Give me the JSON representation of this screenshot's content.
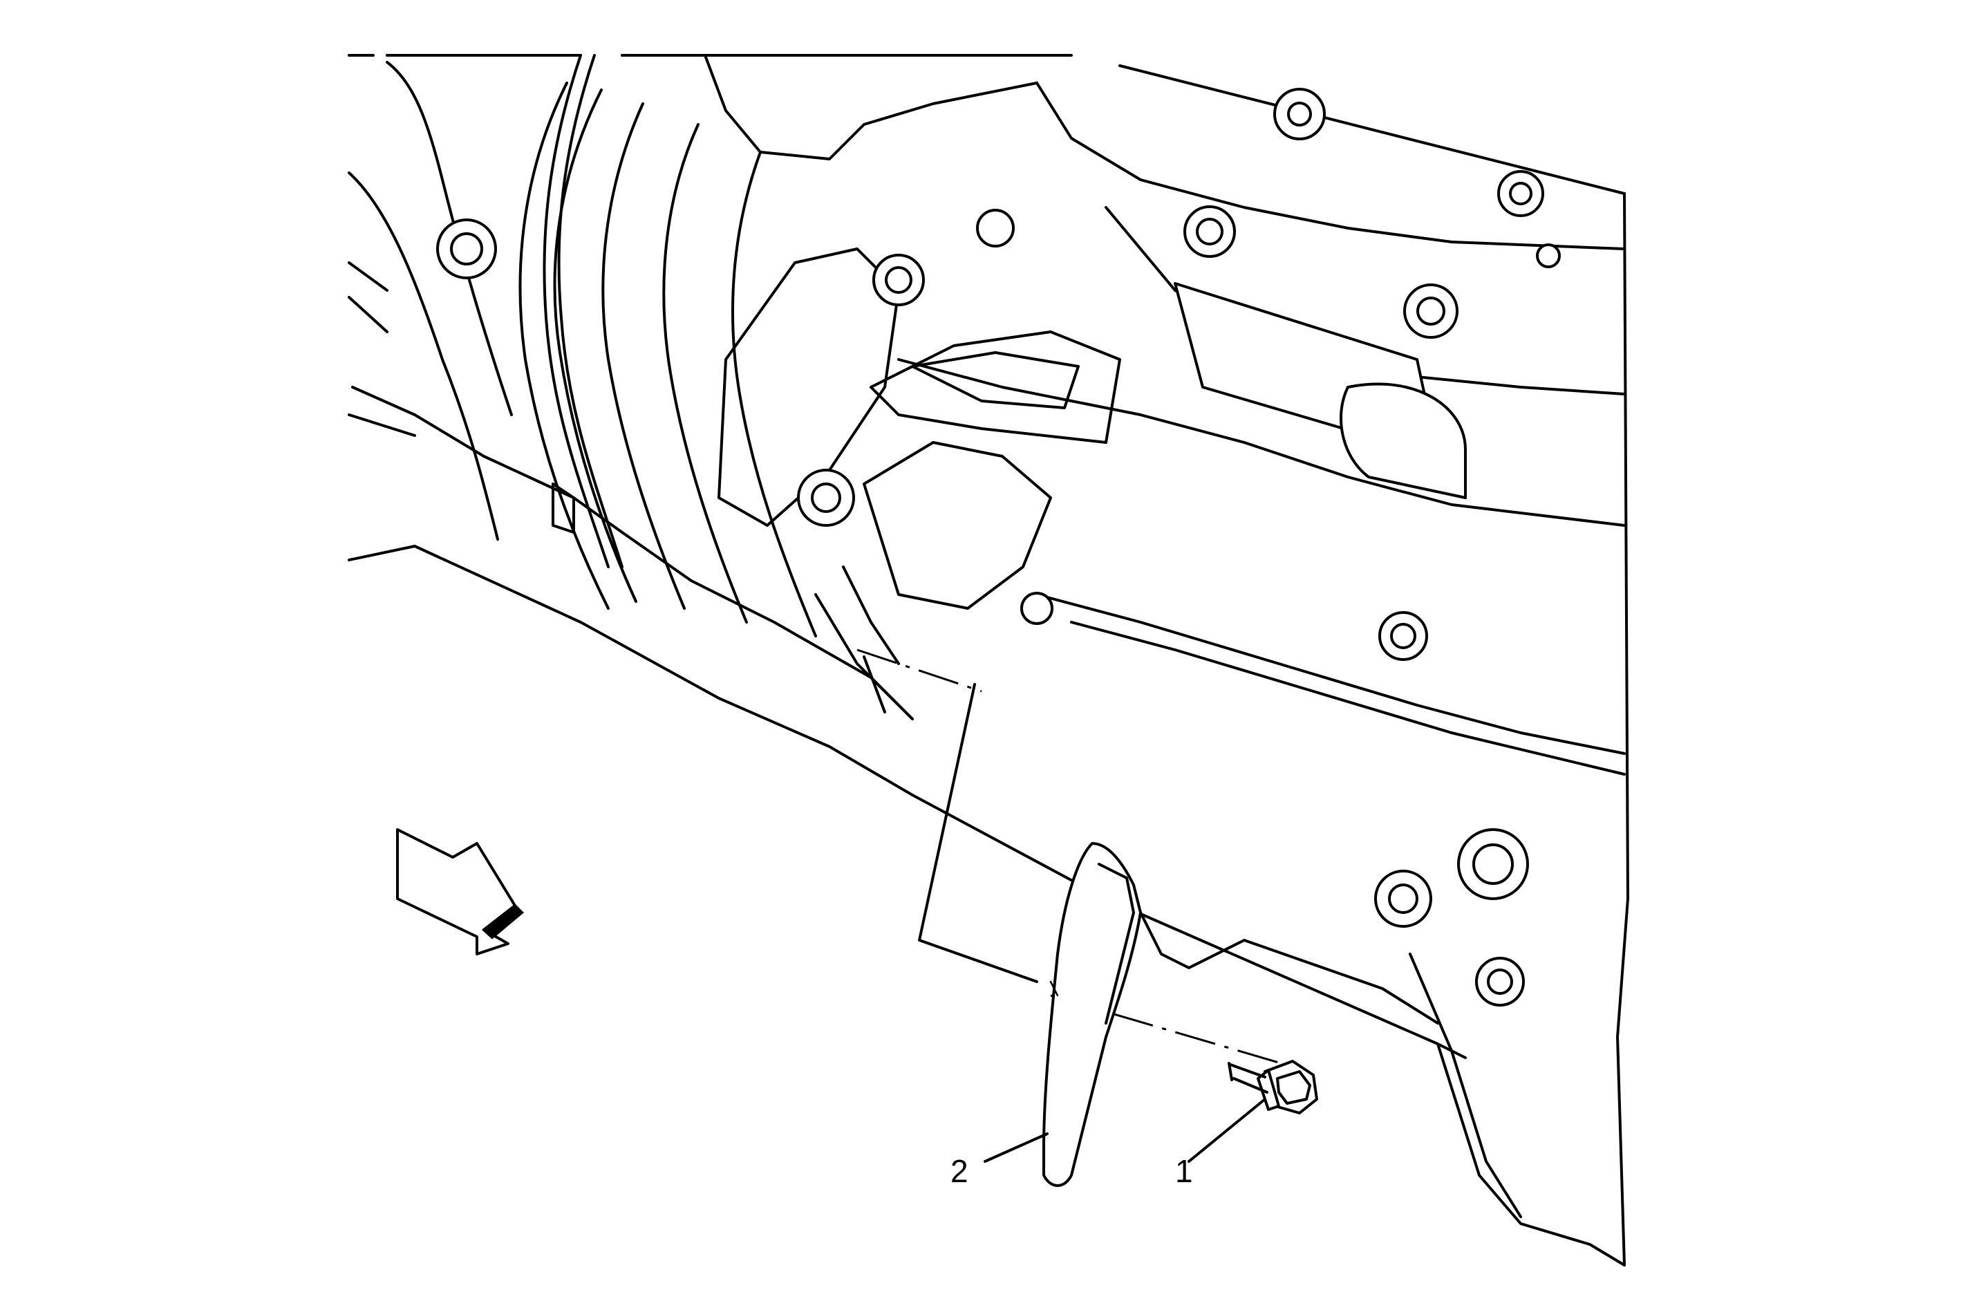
{
  "callouts": [
    {
      "id": "1",
      "label": "1",
      "part": "bolt"
    },
    {
      "id": "2",
      "label": "2",
      "part": "shield"
    }
  ]
}
